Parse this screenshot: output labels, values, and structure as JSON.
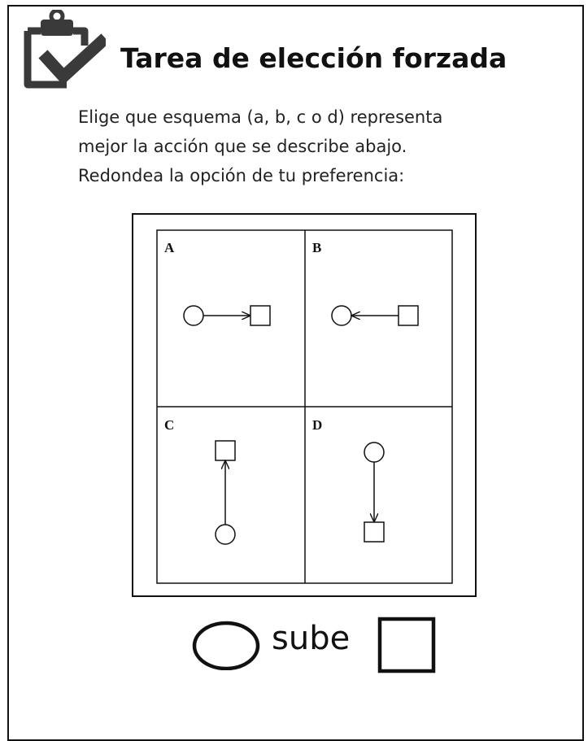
{
  "icon": "clipboard-check-icon",
  "title": "Tarea de elección forzada",
  "instructions": [
    "Elige que esquema (a, b, c o d) representa",
    "mejor la acción que se describe abajo.",
    "Redondea la opción de tu preferencia:"
  ],
  "options": [
    {
      "label": "A",
      "arrow": "circle-to-square-right"
    },
    {
      "label": "B",
      "arrow": "square-to-circle-left"
    },
    {
      "label": "C",
      "arrow": "circle-to-square-up"
    },
    {
      "label": "D",
      "arrow": "circle-to-square-down"
    }
  ],
  "answer": {
    "left_shape": "circle",
    "word": "sube",
    "right_shape": "square"
  },
  "colors": {
    "ink": "#111111",
    "icon": "#3a3a3a",
    "background": "#ffffff"
  }
}
